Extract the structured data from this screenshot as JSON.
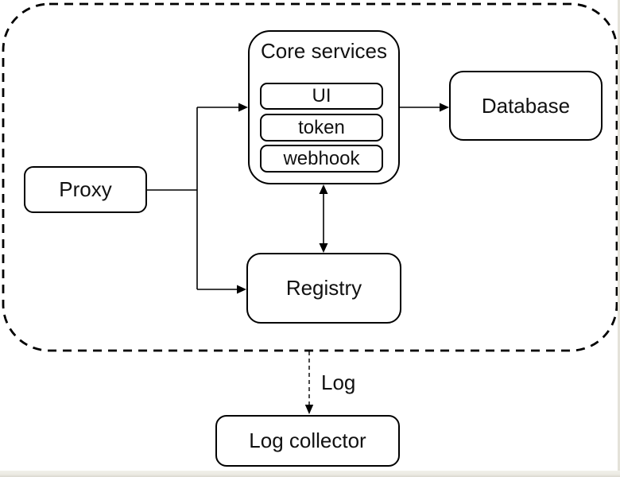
{
  "diagram": {
    "nodes": {
      "proxy": {
        "label": "Proxy"
      },
      "core_services": {
        "label": "Core services",
        "children": [
          {
            "label": "UI"
          },
          {
            "label": "token"
          },
          {
            "label": "webhook"
          }
        ]
      },
      "database": {
        "label": "Database"
      },
      "registry": {
        "label": "Registry"
      },
      "log_collector": {
        "label": "Log collector"
      }
    },
    "edges": [
      {
        "from": "proxy",
        "to": "core_services",
        "type": "solid-arrow"
      },
      {
        "from": "proxy",
        "to": "registry",
        "type": "solid-arrow"
      },
      {
        "from": "core_services",
        "to": "database",
        "type": "solid-arrow"
      },
      {
        "from": "core_services",
        "to": "registry",
        "type": "double-arrow"
      },
      {
        "from": "boundary",
        "to": "log_collector",
        "type": "dashed-arrow",
        "label": "Log"
      }
    ],
    "colors": {
      "stroke": "#000000",
      "node_fill": "#ffffff",
      "background": "#ffffff",
      "frame": "#e4e2d9"
    }
  }
}
